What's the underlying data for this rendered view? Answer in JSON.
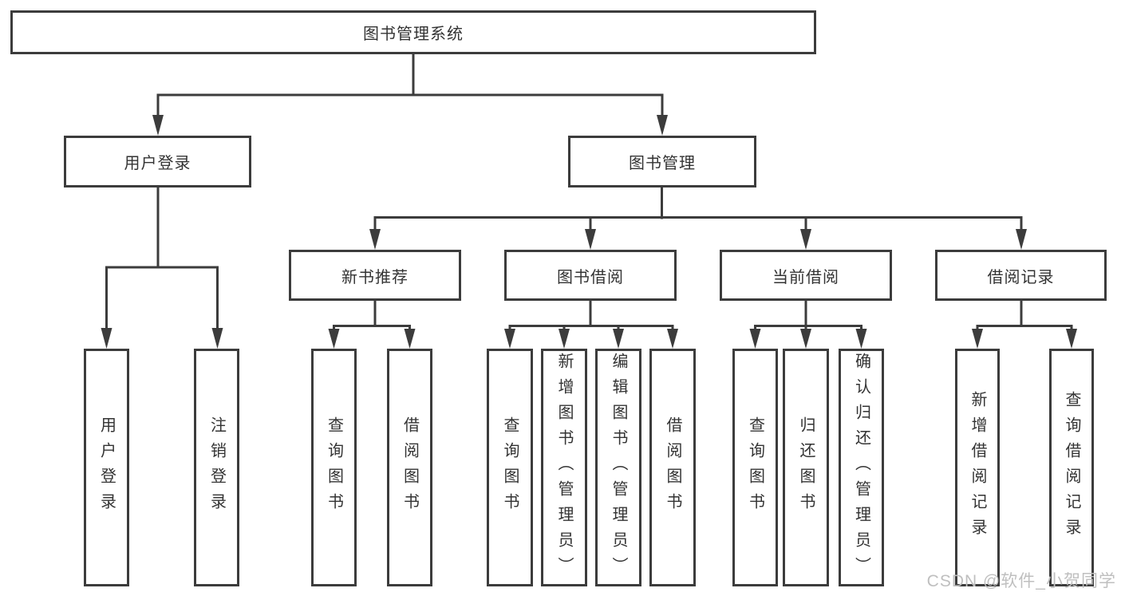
{
  "nodes": {
    "root": {
      "label": "图书管理系统"
    },
    "userLogin": {
      "label": "用户登录"
    },
    "bookManagement": {
      "label": "图书管理"
    },
    "newBookRecommend": {
      "label": "新书推荐"
    },
    "bookBorrow": {
      "label": "图书借阅"
    },
    "currentBorrow": {
      "label": "当前借阅"
    },
    "borrowRecord": {
      "label": "借阅记录"
    },
    "userLoginLeaf": {
      "label": "用户登录"
    },
    "logoutLeaf": {
      "label": "注销登录"
    },
    "queryBook1": {
      "label": "查询图书"
    },
    "borrowBook1": {
      "label": "借阅图书"
    },
    "queryBook2": {
      "label": "查询图书"
    },
    "addBookAdmin": {
      "label": "新增图书（管理员）"
    },
    "editBookAdmin": {
      "label": "编辑图书（管理员）"
    },
    "borrowBook2": {
      "label": "借阅图书"
    },
    "queryBook3": {
      "label": "查询图书"
    },
    "returnBook": {
      "label": "归还图书"
    },
    "confirmReturnAdmin": {
      "label": "确认归还（管理员）"
    },
    "addBorrowRecord": {
      "label": "新增借阅记录"
    },
    "queryBorrowRecord": {
      "label": "查询借阅记录"
    }
  },
  "hierarchy": {
    "图书管理系统": {
      "用户登录": [
        "用户登录",
        "注销登录"
      ],
      "图书管理": {
        "新书推荐": [
          "查询图书",
          "借阅图书"
        ],
        "图书借阅": [
          "查询图书",
          "新增图书（管理员）",
          "编辑图书（管理员）",
          "借阅图书"
        ],
        "当前借阅": [
          "查询图书",
          "归还图书",
          "确认归还（管理员）"
        ],
        "借阅记录": [
          "新增借阅记录",
          "查询借阅记录"
        ]
      }
    }
  },
  "watermark": {
    "text": "CSDN @软件_小贺同学"
  },
  "colors": {
    "line": "#3c3c3c",
    "node_border": "#3c3c3c",
    "text": "#333333",
    "background": "#ffffff",
    "watermark": "#bfbfbf"
  }
}
